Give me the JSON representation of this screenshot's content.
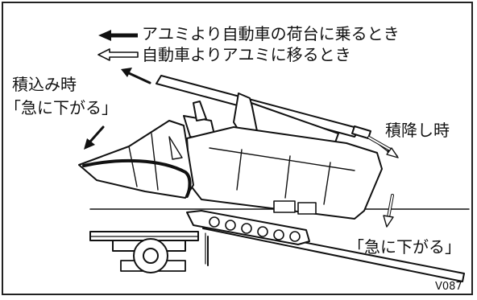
{
  "legend": {
    "line1": "アユミより自動車の荷台に乗るとき",
    "line2": "自動車よりアユミに移るとき",
    "arrow_solid_icon": "arrow-left-solid",
    "arrow_hollow_icon": "arrow-left-hollow"
  },
  "loading": {
    "title": "積込み時",
    "note": "「急に下がる」"
  },
  "unloading": {
    "title": "積降し時",
    "note": "「急に下がる」"
  },
  "code": "V087",
  "colors": {
    "line": "#111111",
    "background": "#ffffff"
  }
}
